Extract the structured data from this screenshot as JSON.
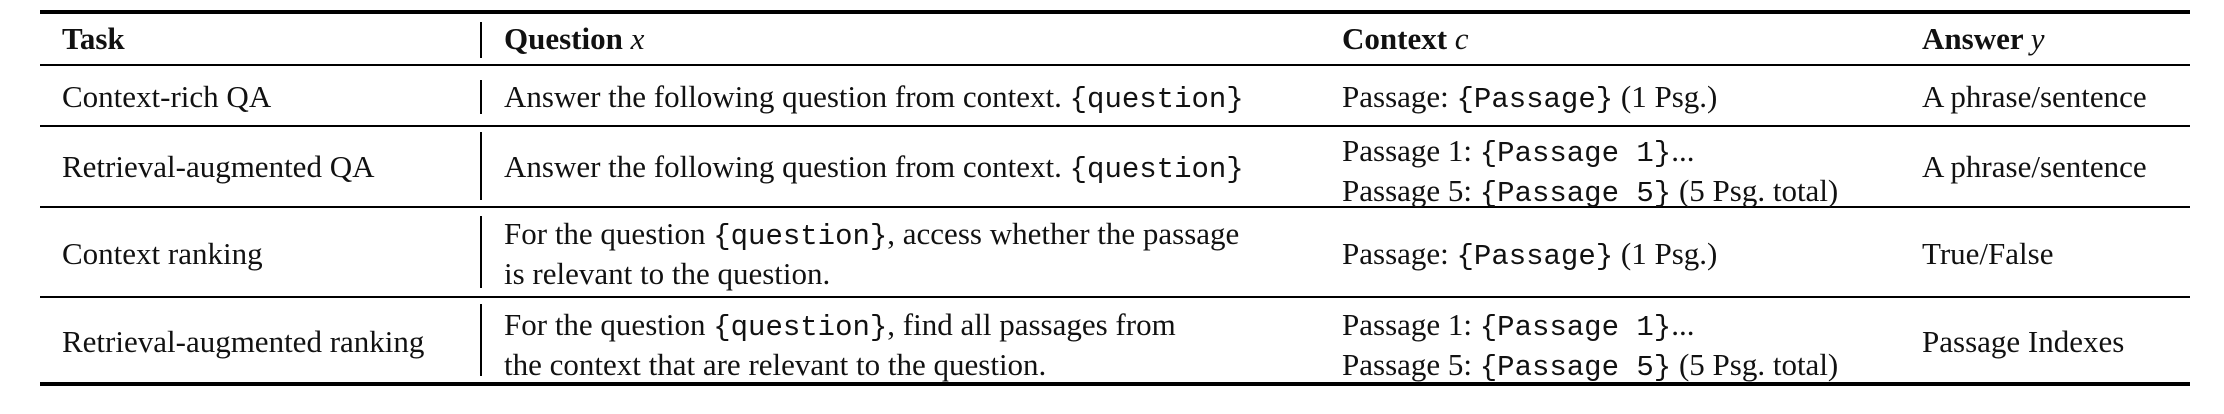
{
  "header": {
    "task": "Task",
    "question": "Question",
    "question_var": "x",
    "context": "Context",
    "context_var": "c",
    "answer": "Answer",
    "answer_var": "y"
  },
  "rows": [
    {
      "task": "Context-rich QA",
      "question": [
        {
          "text": "Answer the following question from context. ",
          "code": "{question}",
          "after": ""
        }
      ],
      "context": [
        {
          "text": "Passage: ",
          "code": "{Passage}",
          "after": " (1 Psg.)"
        }
      ],
      "answer": "A phrase/sentence"
    },
    {
      "task": "Retrieval-augmented QA",
      "question": [
        {
          "text": "Answer the following question from context. ",
          "code": "{question}",
          "after": ""
        }
      ],
      "context": [
        {
          "text": "Passage 1: ",
          "code": "{Passage 1}",
          "after": "..."
        },
        {
          "text": "Passage 5: ",
          "code": "{Passage 5}",
          "after": " (5 Psg. total)"
        }
      ],
      "answer": "A phrase/sentence"
    },
    {
      "task": "Context ranking",
      "question": [
        {
          "text": "For the question ",
          "code": "{question}",
          "after": ", access whether the passage"
        },
        {
          "text": "is relevant to the question.",
          "code": "",
          "after": ""
        }
      ],
      "context": [
        {
          "text": "Passage: ",
          "code": "{Passage}",
          "after": " (1 Psg.)"
        }
      ],
      "answer": "True/False"
    },
    {
      "task": "Retrieval-augmented ranking",
      "question": [
        {
          "text": "For the question ",
          "code": "{question}",
          "after": ", find all passages from"
        },
        {
          "text": "the context that are relevant to the question.",
          "code": "",
          "after": ""
        }
      ],
      "context": [
        {
          "text": "Passage 1: ",
          "code": "{Passage 1}",
          "after": "..."
        },
        {
          "text": "Passage 5: ",
          "code": "{Passage 5}",
          "after": " (5 Psg. total)"
        }
      ],
      "answer": "Passage Indexes"
    }
  ]
}
